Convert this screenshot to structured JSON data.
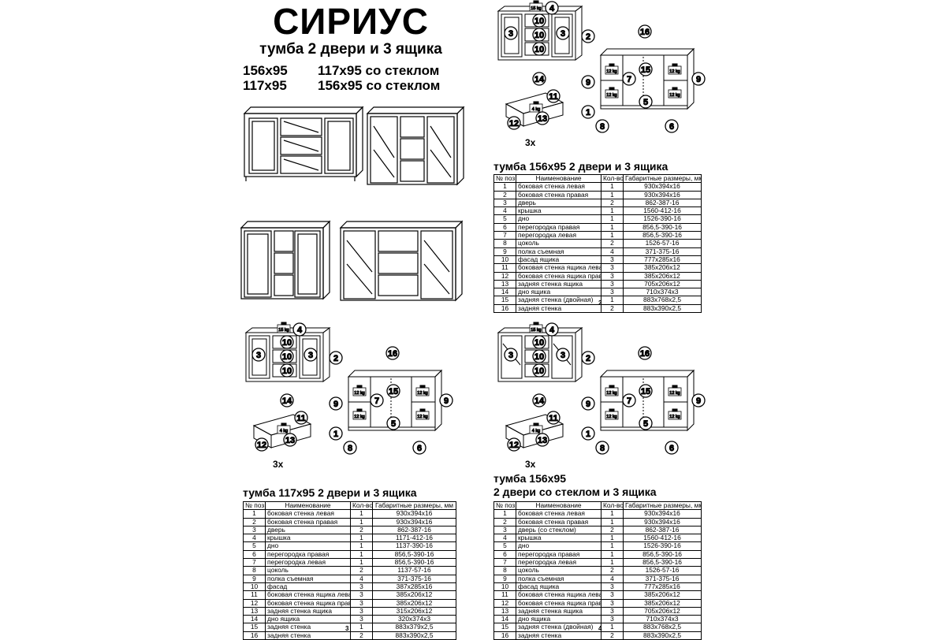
{
  "header": {
    "title": "СИРИУС",
    "subtitle": "тумба 2 двери и 3 ящика",
    "size_a": "156х95",
    "size_b": "117х95",
    "size_c": "117х95 со стеклом",
    "size_d": "156х95 со стеклом"
  },
  "diagram": {
    "weight_15": "15 kg",
    "weight_12": "12 kg",
    "weight_4": "4 kg",
    "count_label": "3x",
    "n1": "1",
    "n2": "2",
    "n3": "3",
    "n4": "4",
    "n5": "5",
    "n6": "6",
    "n7": "7",
    "n8": "8",
    "n9": "9",
    "n10": "10",
    "n11": "11",
    "n12": "12",
    "n13": "13",
    "n14": "14",
    "n15": "15",
    "n16": "16"
  },
  "columns": [
    "№ поз.",
    "Наименование",
    "Кол-во",
    "Габаритные размеры, мм"
  ],
  "table_156": {
    "title": "тумба 156х95 2 двери и 3 ящика",
    "page": "2",
    "rows": [
      [
        "1",
        "боковая стенка левая",
        "1",
        "930х394х16"
      ],
      [
        "2",
        "боковая стенка правая",
        "1",
        "930х394х16"
      ],
      [
        "3",
        "дверь",
        "2",
        "862-387-16"
      ],
      [
        "4",
        "крышка",
        "1",
        "1560-412-16"
      ],
      [
        "5",
        "дно",
        "1",
        "1526-390-16"
      ],
      [
        "6",
        "перегородка правая",
        "1",
        "856,5-390-16"
      ],
      [
        "7",
        "перегородка левая",
        "1",
        "856,5-390-16"
      ],
      [
        "8",
        "цоколь",
        "2",
        "1526-57-16"
      ],
      [
        "9",
        "полка съемная",
        "4",
        "371-375-16"
      ],
      [
        "10",
        "фасад ящика",
        "3",
        "777х285х16"
      ],
      [
        "11",
        "боковая стенка ящика левая",
        "3",
        "385х206х12"
      ],
      [
        "12",
        "боковая стенка ящика правая",
        "3",
        "385х206х12"
      ],
      [
        "13",
        "задняя стенка ящика",
        "3",
        "705х206х12"
      ],
      [
        "14",
        "дно ящика",
        "3",
        "710х374х3"
      ],
      [
        "15",
        "задняя стенка (двойная)",
        "1",
        "883х768х2,5"
      ],
      [
        "16",
        "задняя стенка",
        "2",
        "883х390х2,5"
      ]
    ]
  },
  "table_117": {
    "title": "тумба 117х95 2 двери и 3 ящика",
    "page": "3",
    "rows": [
      [
        "1",
        "боковая стенка левая",
        "1",
        "930х394х16"
      ],
      [
        "2",
        "боковая стенка правая",
        "1",
        "930х394х16"
      ],
      [
        "3",
        "дверь",
        "2",
        "862-387-16"
      ],
      [
        "4",
        "крышка",
        "1",
        "1171-412-16"
      ],
      [
        "5",
        "дно",
        "1",
        "1137-390-16"
      ],
      [
        "6",
        "перегородка правая",
        "1",
        "856,5-390-16"
      ],
      [
        "7",
        "перегородка левая",
        "1",
        "856,5-390-16"
      ],
      [
        "8",
        "цоколь",
        "2",
        "1137-57-16"
      ],
      [
        "9",
        "полка съемная",
        "4",
        "371-375-16"
      ],
      [
        "10",
        "фасад",
        "3",
        "387х285х16"
      ],
      [
        "11",
        "боковая стенка ящика левая",
        "3",
        "385х206х12"
      ],
      [
        "12",
        "боковая стенка ящика правая",
        "3",
        "385х206х12"
      ],
      [
        "13",
        "задняя стенка ящика",
        "3",
        "315х206х12"
      ],
      [
        "14",
        "дно ящика",
        "3",
        "320х374х3"
      ],
      [
        "15",
        "задняя стенка",
        "1",
        "883х379х2,5"
      ],
      [
        "16",
        "задняя стенка",
        "2",
        "883х390х2,5"
      ]
    ]
  },
  "table_156g": {
    "title_1": "тумба 156х95",
    "title_2": "2 двери со стеклом и 3 ящика",
    "page": "4",
    "rows": [
      [
        "1",
        "боковая стенка левая",
        "1",
        "930х394х16"
      ],
      [
        "2",
        "боковая стенка правая",
        "1",
        "930х394х16"
      ],
      [
        "3",
        "дверь (со стеклом)",
        "2",
        "862-387-16"
      ],
      [
        "4",
        "крышка",
        "1",
        "1560-412-16"
      ],
      [
        "5",
        "дно",
        "1",
        "1526-390-16"
      ],
      [
        "6",
        "перегородка правая",
        "1",
        "856,5-390-16"
      ],
      [
        "7",
        "перегородка левая",
        "1",
        "856,5-390-16"
      ],
      [
        "8",
        "цоколь",
        "2",
        "1526-57-16"
      ],
      [
        "9",
        "полка съемная",
        "4",
        "371-375-16"
      ],
      [
        "10",
        "фасад ящика",
        "3",
        "777х285х16"
      ],
      [
        "11",
        "боковая стенка ящика левая",
        "3",
        "385х206х12"
      ],
      [
        "12",
        "боковая стенка ящика правая",
        "3",
        "385х206х12"
      ],
      [
        "13",
        "задняя стенка ящика",
        "3",
        "705х206х12"
      ],
      [
        "14",
        "дно ящика",
        "3",
        "710х374х3"
      ],
      [
        "15",
        "задняя стенка (двойная)",
        "1",
        "883х768х2,5"
      ],
      [
        "16",
        "задняя стенка",
        "2",
        "883х390х2,5"
      ]
    ]
  }
}
